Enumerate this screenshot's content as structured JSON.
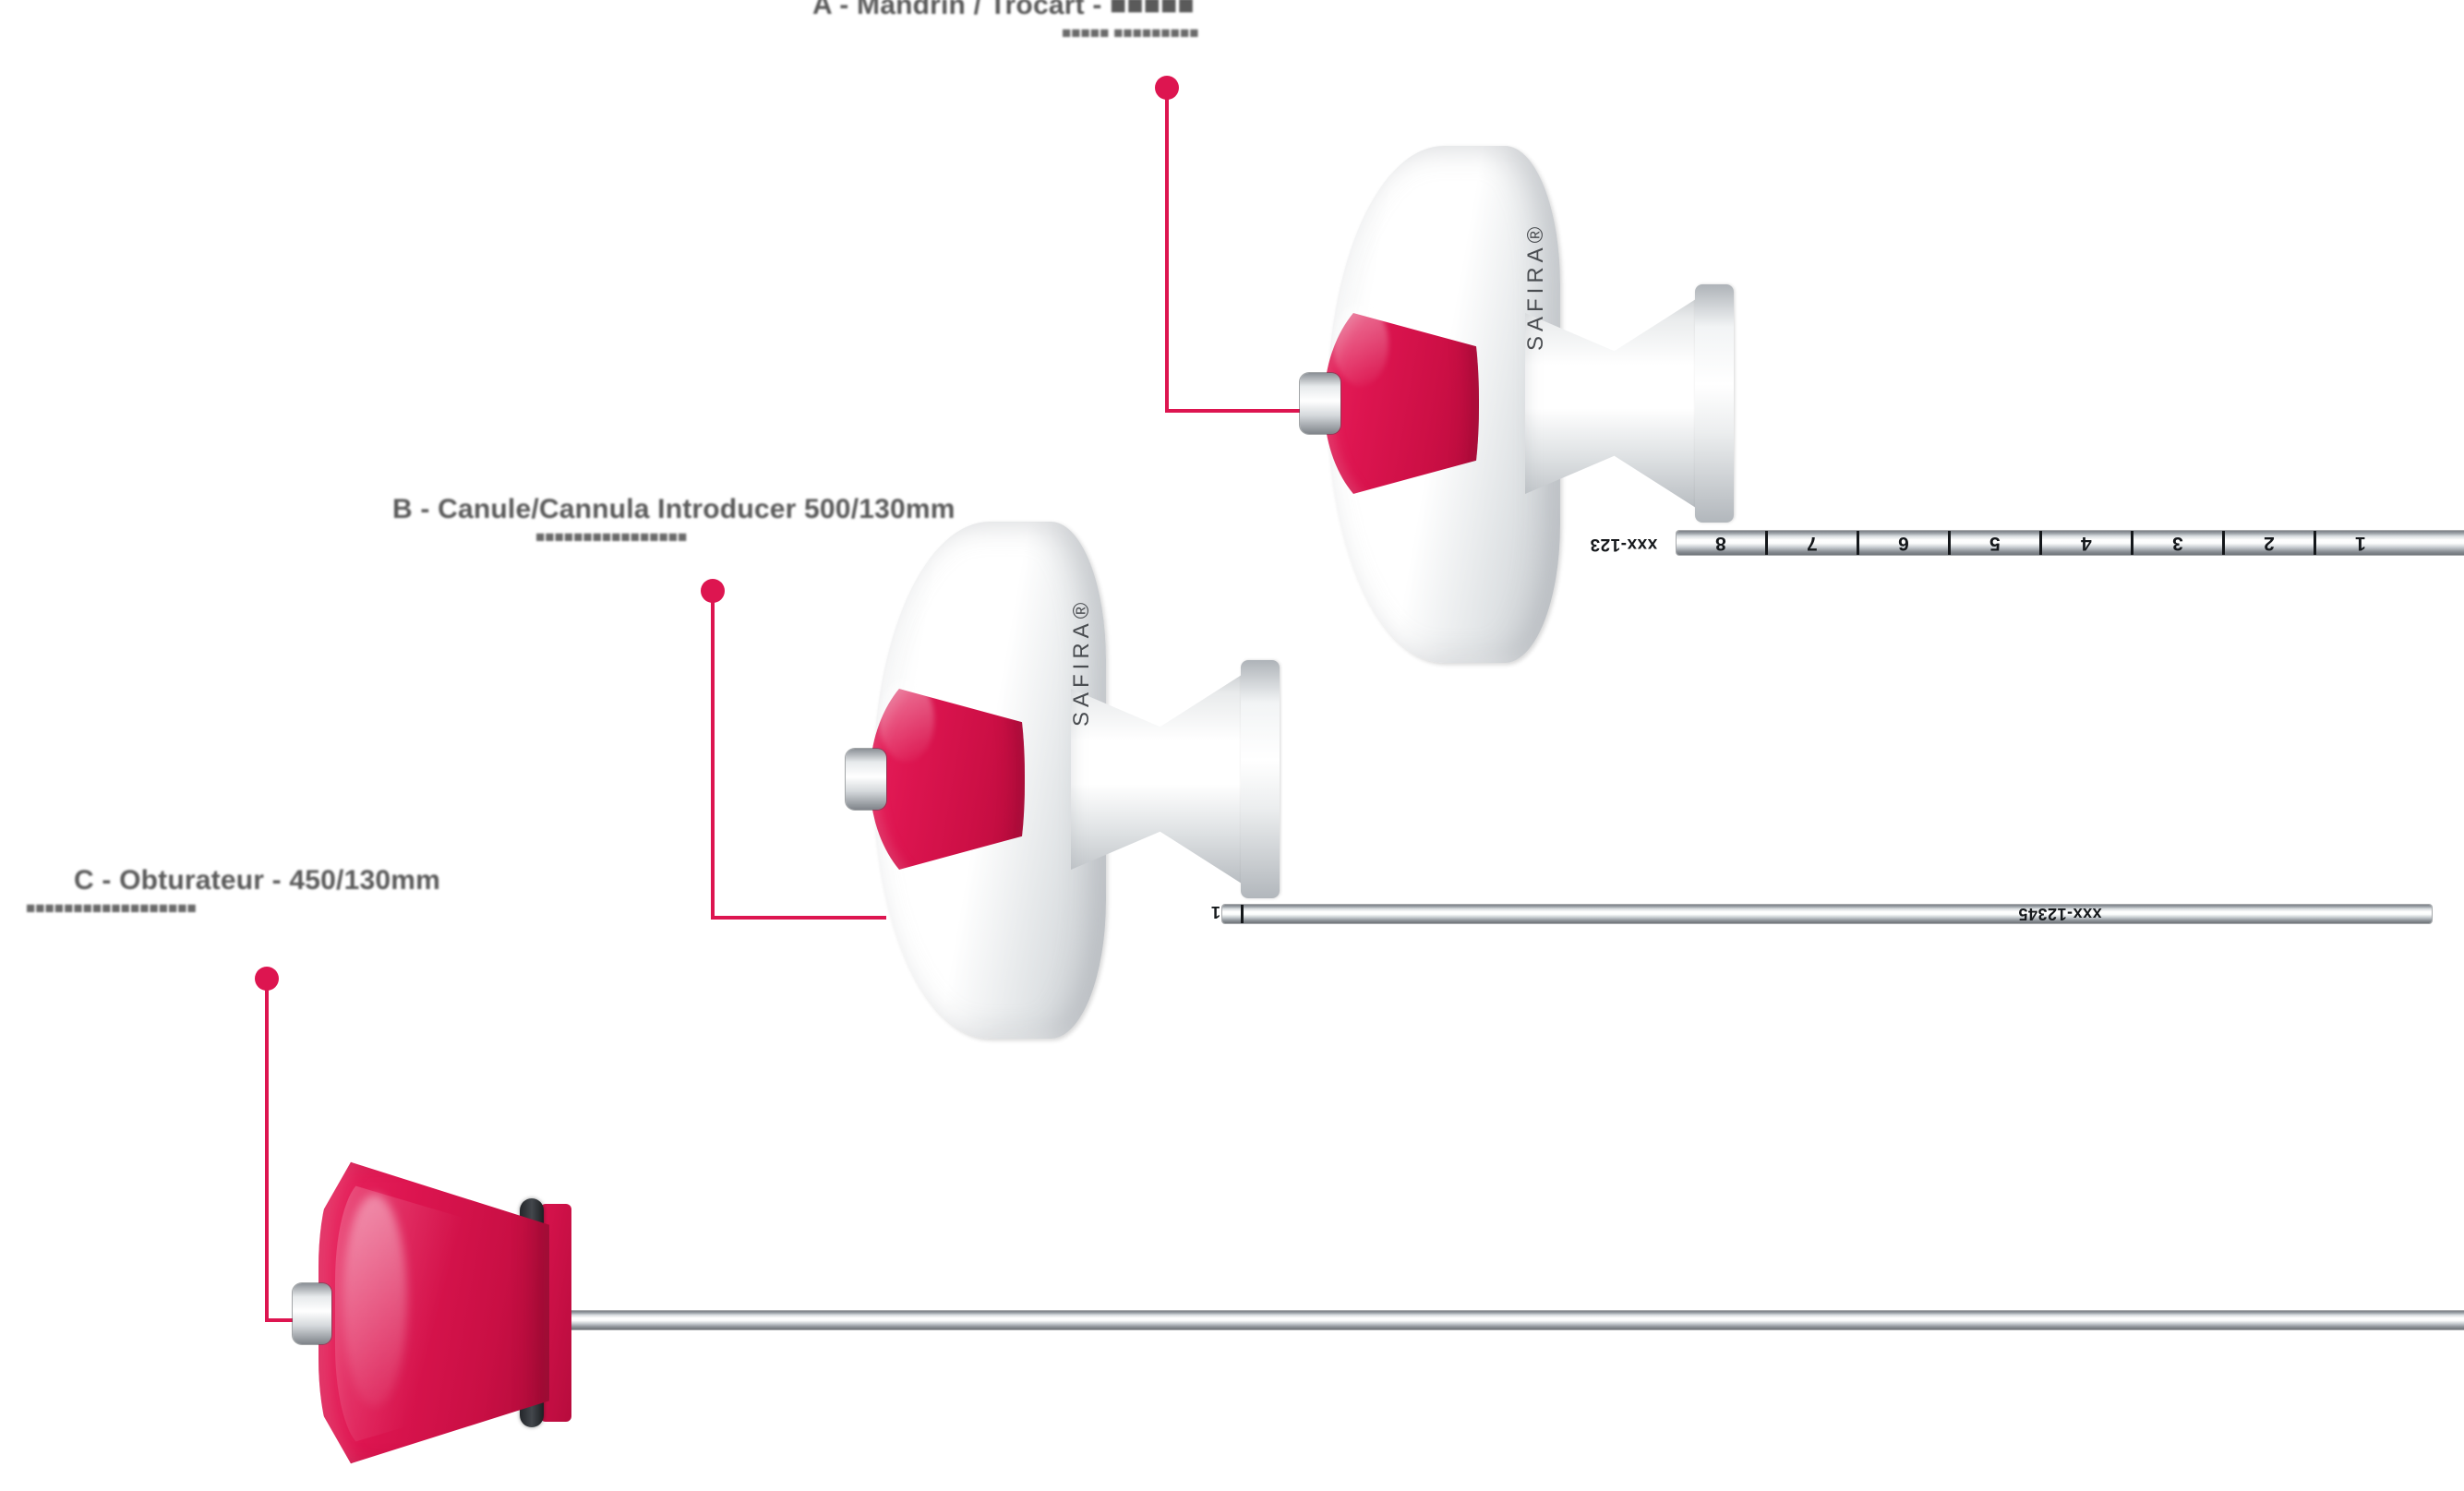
{
  "page": {
    "background_color": "#ffffff",
    "accent_color": "#dd1550",
    "brand": "SAFIRA",
    "brand_mark": "SAFIRA®"
  },
  "callouts": [
    {
      "id": "a",
      "marker": "callout-dot",
      "title": "A - Mandrin / Trocart - ■■■■■",
      "subtitle": "■■■■■ ■■■■■■■■■",
      "obscured": true
    },
    {
      "id": "b",
      "marker": "callout-dot",
      "title": "B - Canule/Cannula Introducer 500/130mm",
      "subtitle": "■■■■■■■■■■■■■■■■",
      "obscured": true
    },
    {
      "id": "c",
      "marker": "callout-dot",
      "title": "C - Obturateur - 450/130mm",
      "subtitle": "■■■■■■■■■■■■■■■■■■",
      "obscured": true
    }
  ],
  "instruments": [
    {
      "id": "instrument-a",
      "handle_type": "t-handle",
      "handle_color": "#ffffff",
      "accent_color": "#dd1550",
      "logo": "SAFIRA®",
      "shaft_code": "xxx-123",
      "graduations": [
        "8",
        "7",
        "6",
        "5",
        "4",
        "3",
        "2",
        "1"
      ],
      "tip": "bevelled-trocar-tip"
    },
    {
      "id": "instrument-b",
      "handle_type": "t-handle",
      "handle_color": "#ffffff",
      "accent_color": "#dd1550",
      "logo": "SAFIRA®",
      "shaft_code": "xxx-12345",
      "graduations": [
        "1"
      ],
      "tip": "blunt-open-cannula"
    },
    {
      "id": "instrument-c",
      "handle_type": "cone-handle",
      "handle_color": "#dd1550",
      "accent_color": "#dd1550",
      "logo": "",
      "shaft_code": "",
      "graduations": [],
      "tip": "blunt-obturator"
    }
  ]
}
